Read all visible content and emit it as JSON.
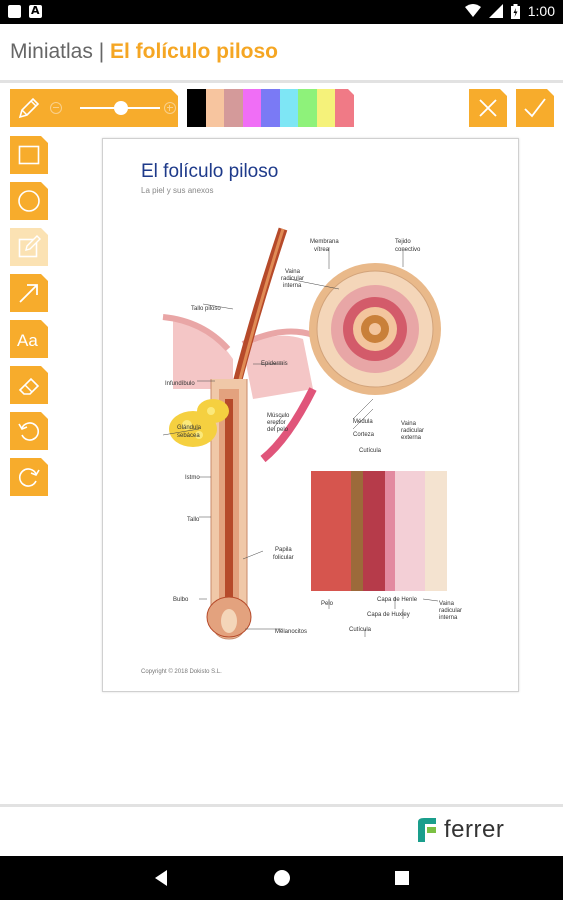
{
  "status_bar": {
    "time": "1:00"
  },
  "header": {
    "app_name": "Miniatlas |",
    "title": "El folículo piloso"
  },
  "toolbar": {
    "colors": [
      "#000000",
      "#f7c59f",
      "#d49a9a",
      "#f06ef6",
      "#7a7af5",
      "#7ee6f5",
      "#8ef27a",
      "#f5f27a",
      "#f07a86"
    ],
    "icons": [
      "pencil-icon",
      "minus-circle-icon",
      "plus-circle-icon",
      "close-icon",
      "check-icon"
    ]
  },
  "side_tools": [
    "rectangle-icon",
    "circle-icon",
    "note-edit-icon",
    "arrow-icon",
    "text-aa-icon",
    "eraser-icon",
    "undo-icon",
    "redo-icon"
  ],
  "document": {
    "title": "El folículo piloso",
    "subtitle": "La piel y sus anexos",
    "copyright": "Copyright © 2018 Dokisto S.L.",
    "labels": {
      "membrana": "Membrana",
      "vitrea": "vítrea",
      "tejido": "Tejido",
      "conectivo": "conectivo",
      "vaina": "Vaina",
      "radicular": "radicular",
      "interna": "interna",
      "externa": "externa",
      "tallo_piloso": "Tallo piloso",
      "epidermis": "Epidermis",
      "infundibulo": "Infundíbulo",
      "musculo": "Músculo",
      "erector": "erector",
      "del_pelo": "del pelo",
      "glandula": "Glándula",
      "sebacea": "sebácea",
      "medula": "Médula",
      "corteza": "Corteza",
      "cuticula": "Cutícula",
      "istmo": "Istmo",
      "tallo": "Tallo",
      "papila": "Papila",
      "folicular": "folicular",
      "bulbo": "Bulbo",
      "melanocitos": "Melanocitos",
      "pelo": "Pelo",
      "capa_henle": "Capa de Henle",
      "capa_huxley": "Capa de Huxley",
      "cuticula2": "Cutícula"
    }
  },
  "footer": {
    "brand": "ferrer"
  }
}
